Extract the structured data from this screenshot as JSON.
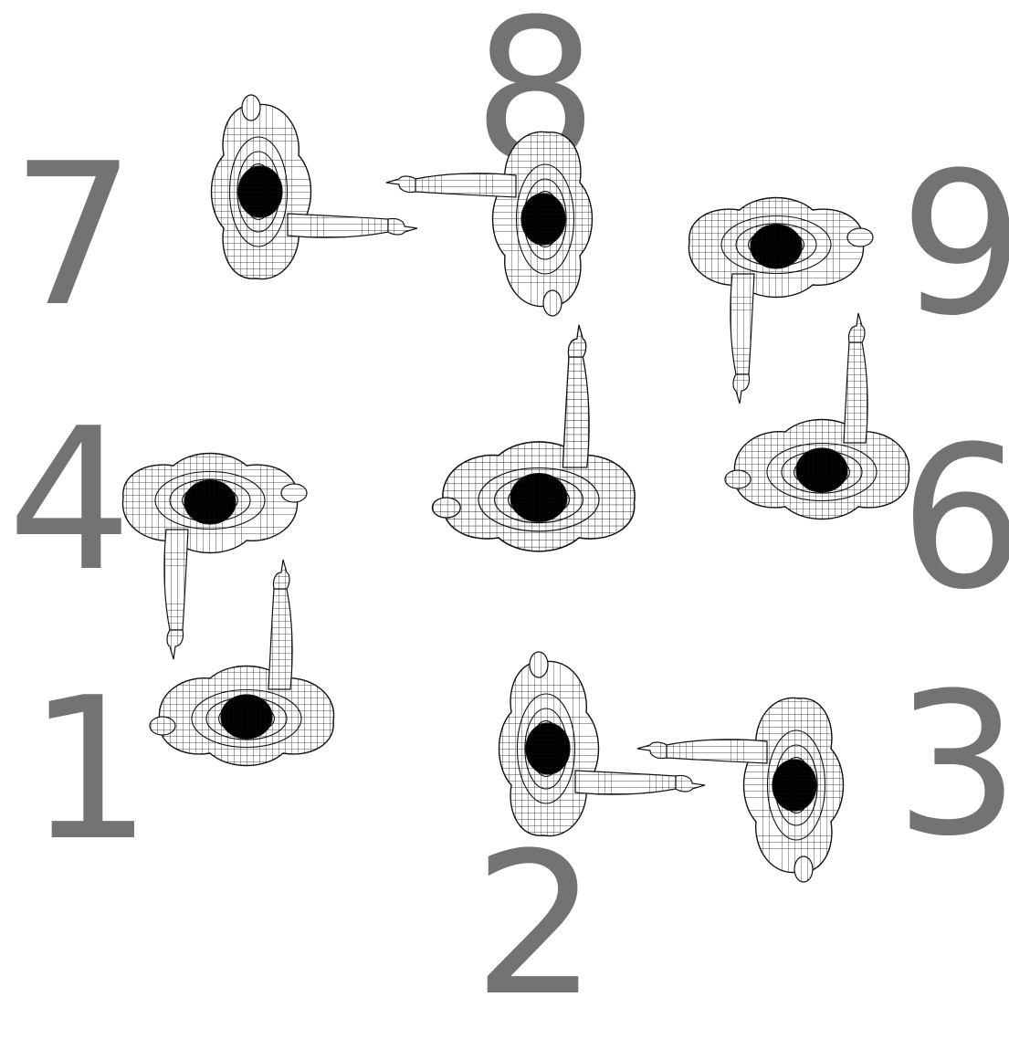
{
  "figures": [
    {
      "number": "1",
      "head_color": "#d98fd9"
    },
    {
      "number": "2",
      "head_color": "#8fd12a"
    },
    {
      "number": "3",
      "head_color": "#1f3a33"
    },
    {
      "number": "4",
      "head_color": "#3e1fc4"
    },
    {
      "number": "6",
      "head_color": "#2dc8cc"
    },
    {
      "number": "7",
      "head_color": "#e0912a"
    },
    {
      "number": "8",
      "head_color": "#f2e31c"
    },
    {
      "number": "9",
      "head_color": "#dd1a1a"
    },
    {
      "number": "",
      "head_color": "#c42ccb"
    }
  ]
}
